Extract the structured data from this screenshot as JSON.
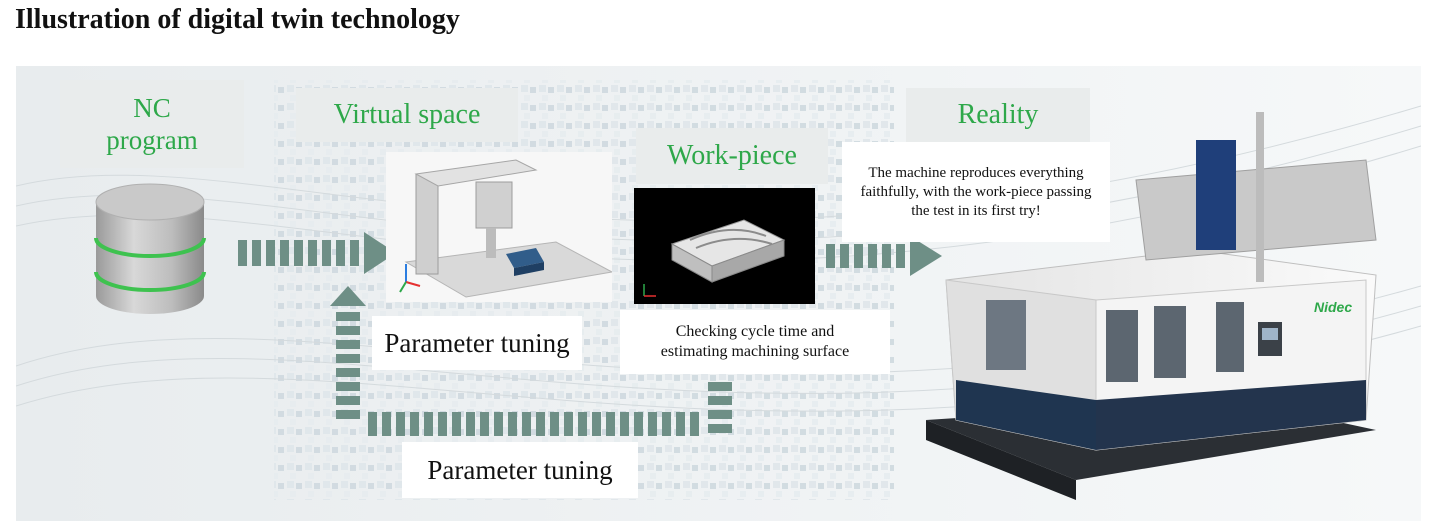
{
  "title": "Illustration of digital twin technology",
  "nodes": {
    "nc_program": "NC\nprogram",
    "virtual_space": "Virtual space",
    "work_piece": "Work-piece",
    "reality": "Reality"
  },
  "captions": {
    "parameter_tuning_inner": "Parameter tuning",
    "checking": "Checking cycle time and estimating machining surface",
    "parameter_tuning_outer": "Parameter tuning",
    "reality_text": "The machine reproduces everything faithfully, with the work-piece passing the test in its first try!"
  },
  "brand": "Nidec",
  "colors": {
    "accent_green": "#2ea84a",
    "arrow": "#6e8f86",
    "label_bg": "#e9ecec"
  },
  "icons": [
    "database-icon",
    "arrow-right-icon",
    "arrow-up-icon"
  ]
}
